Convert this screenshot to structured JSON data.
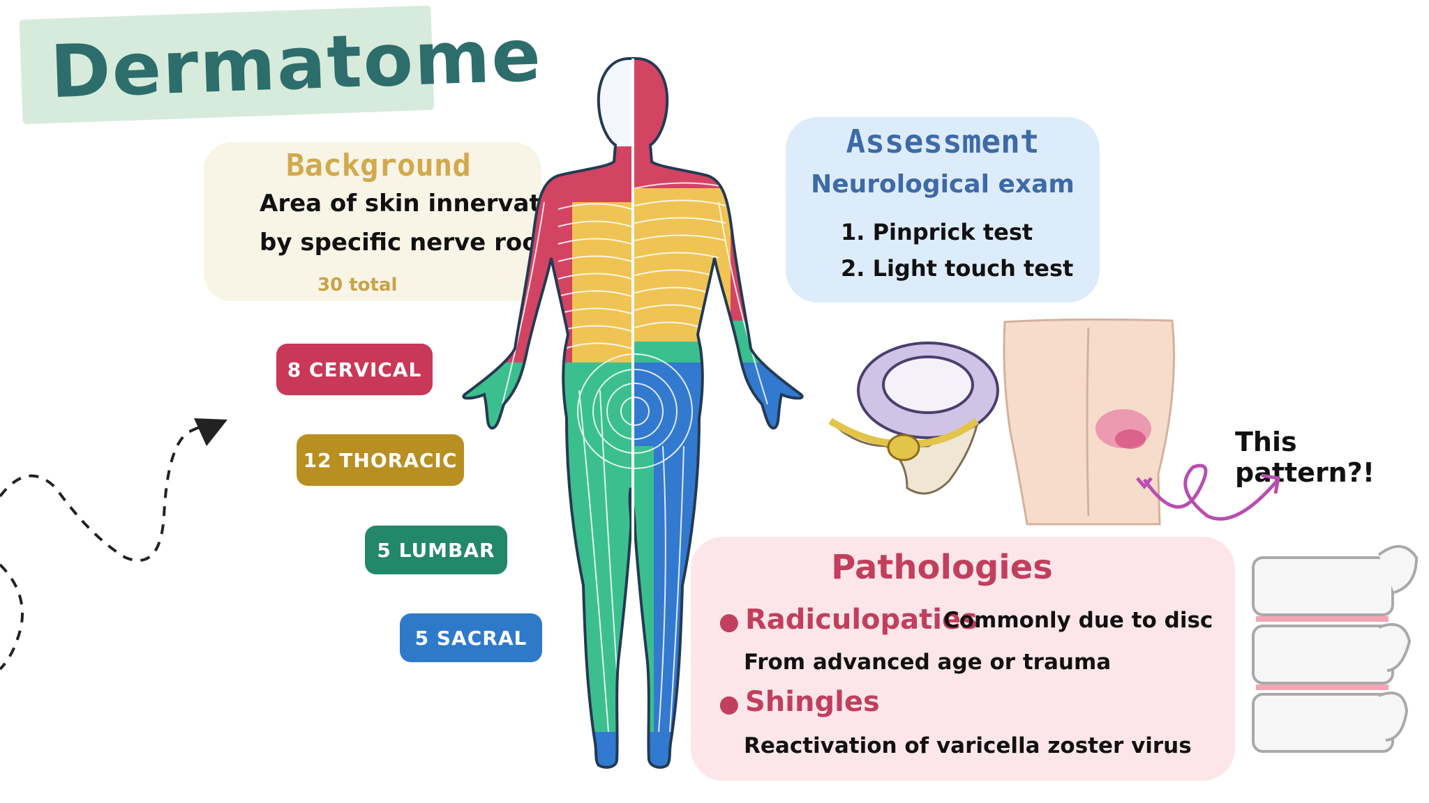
{
  "title": "Dermatome",
  "background": {
    "heading": "Background",
    "lines": [
      "Area of skin innervated",
      "by specific nerve root"
    ],
    "total": "30 total"
  },
  "nerve_groups": [
    {
      "label": "8 CERVICAL",
      "color": "#c93858"
    },
    {
      "label": "12 THORACIC",
      "color": "#b89022"
    },
    {
      "label": "5 LUMBAR",
      "color": "#23876a"
    },
    {
      "label": "5 SACRAL",
      "color": "#2e7ac9"
    }
  ],
  "assessment": {
    "heading": "Assessment",
    "subheading": "Neurological exam",
    "items": [
      "1. Pinprick test",
      "2. Light touch test"
    ]
  },
  "pathologies": {
    "heading": "Pathologies",
    "items": [
      {
        "term": "Radiculopaties",
        "note": "Commonly due to disc",
        "detail": "From advanced age or trauma"
      },
      {
        "term": "Shingles",
        "detail": "Reactivation of varicella zoster virus"
      }
    ]
  },
  "annotation": "This pattern?!",
  "colors": {
    "cervical": "#c93858",
    "thoracic": "#f0c454",
    "lumbar": "#3bbf8f",
    "sacral": "#2e7ac9",
    "title": "#2d6e6c"
  }
}
